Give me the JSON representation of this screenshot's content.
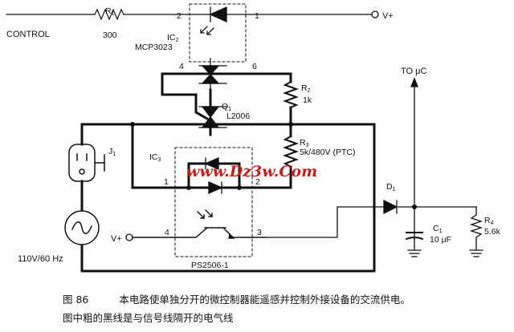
{
  "labels": {
    "control": "CONTROL",
    "r1_name": "R",
    "r1_sub": "1",
    "r1_value": "300",
    "ic2_name": "IC",
    "ic2_sub": "2",
    "ic2_part": "MCP3023",
    "pin1": "1",
    "pin2": "2",
    "pin4": "4",
    "pin6": "6",
    "vplus": "V+",
    "r2_name": "R",
    "r2_sub": "2",
    "r2_value": "1k",
    "q1_name": "Q",
    "q1_sub": "1",
    "q1_part": "L2006",
    "r3_name": "R",
    "r3_sub": "3",
    "r3_value": "5k/480V (PTC)",
    "j1_name": "J",
    "j1_sub": "1",
    "ic3_name": "IC",
    "ic3_sub": "3",
    "ic3_pin1": "1",
    "ic3_pin2": "2",
    "ic3_pin4": "4",
    "ic3_pin3": "3",
    "ic3_part": "PS2506-1",
    "watermark": "www.Dz3w.Com",
    "mains": "110V/60 Hz",
    "d1_name": "D",
    "d1_sub": "1",
    "to_uc": "TO μC",
    "c1_name": "C",
    "c1_sub": "1",
    "c1_value": "10 μF",
    "r4_name": "R",
    "r4_sub": "4",
    "r4_value": "5.6k"
  },
  "caption": {
    "figure_no": "图 86",
    "line1": "本电路使单独分开的微控制器能遥感并控制外接设备的交流供电。",
    "line2": "图中粗的黑线是与信号线隔开的电气线"
  },
  "colors": {
    "ink": "#111111",
    "watermark": "#c81e1e",
    "background": "#ffffff"
  }
}
